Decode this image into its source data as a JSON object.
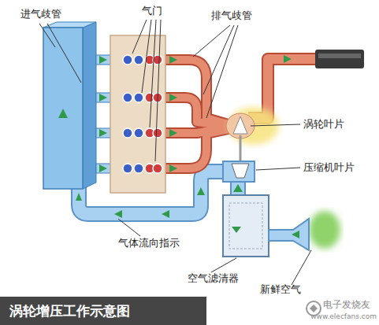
{
  "diagram": {
    "title": "涡轮增压工作示意图",
    "labels": [
      "进气歧管",
      "气门",
      "排气歧管",
      "涡轮叶片",
      "压缩机叶片",
      "气体流向指示",
      "空气滤清器",
      "新鲜空气",
      "电子发烧友",
      "www.elecfans.com"
    ]
  }
}
